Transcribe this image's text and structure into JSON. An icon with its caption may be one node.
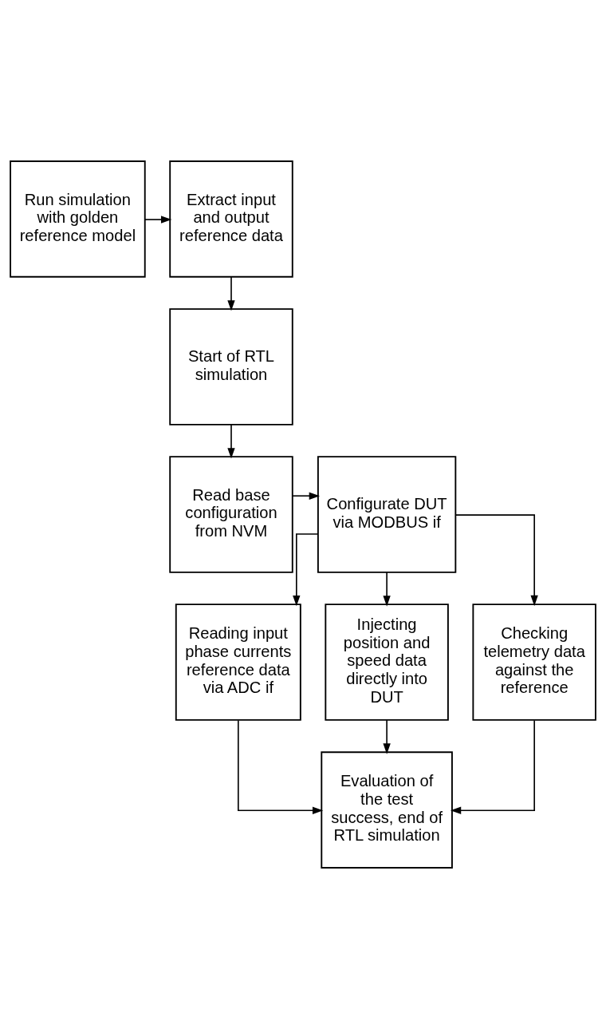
{
  "diagram": {
    "nodes": [
      {
        "text": [
          "Run simulation with golden reference model"
        ]
      },
      {
        "text": [
          "Extract input and output reference data"
        ]
      },
      {
        "text": [
          "Start of RTL simulation"
        ]
      },
      {
        "text": [
          "Read base configuration from NVM"
        ]
      },
      {
        "text": [
          "Configurate DUT via MODBUS if"
        ]
      },
      {
        "text": [
          "Reading input phase currents reference data via ADC if"
        ]
      },
      {
        "text": [
          "Injecting position and speed data directly into DUT"
        ]
      },
      {
        "text": [
          "Checking telemetry data against the reference"
        ]
      },
      {
        "text": [
          "Evaluation of the test success, end of RTL simulation"
        ]
      }
    ],
    "edges": [
      {
        "from": 0,
        "to": 1,
        "arrow": "to"
      },
      {
        "from": 1,
        "to": 2,
        "arrow": "to"
      },
      {
        "from": 2,
        "to": 3,
        "arrow": "to"
      },
      {
        "from": 3,
        "to": 4,
        "arrow": "to"
      },
      {
        "from": 4,
        "to": 5,
        "arrow": "to"
      },
      {
        "from": 4,
        "to": 6,
        "arrow": "to"
      },
      {
        "from": 4,
        "to": 7,
        "arrow": "to"
      },
      {
        "from": 5,
        "to": 8,
        "arrow": "to"
      },
      {
        "from": 6,
        "to": 8,
        "arrow": "to"
      },
      {
        "from": 7,
        "to": 8,
        "arrow": "to"
      }
    ]
  }
}
